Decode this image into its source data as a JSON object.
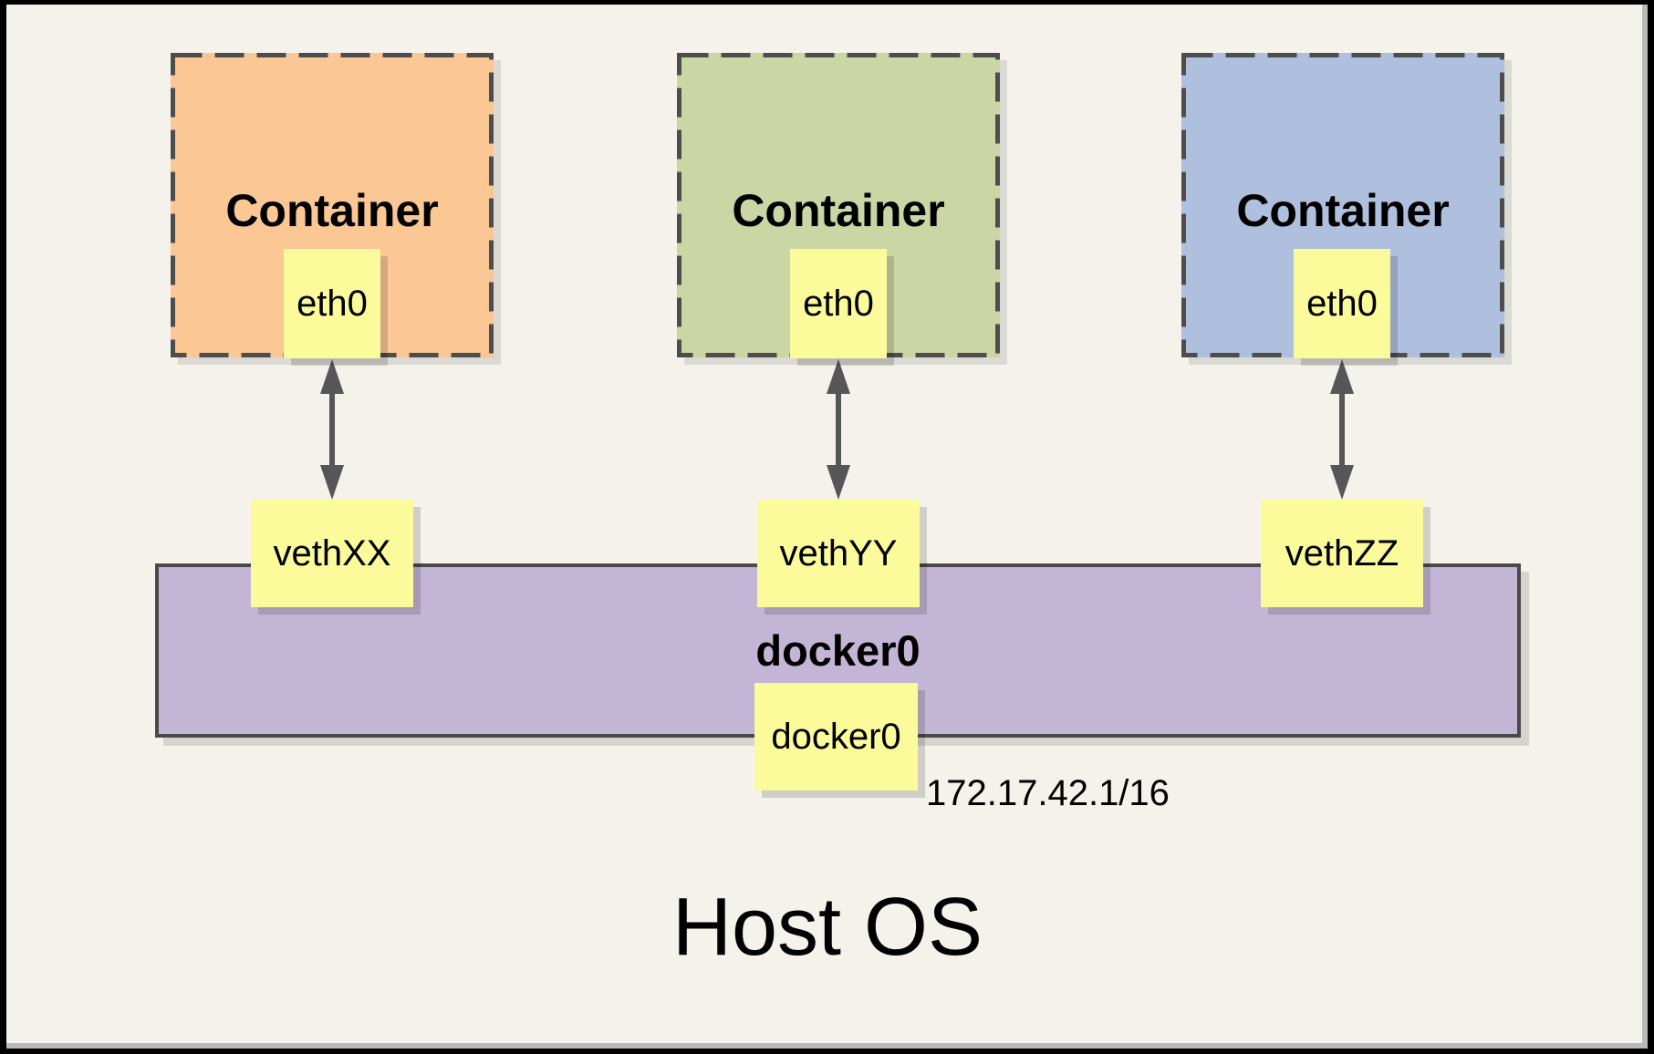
{
  "diagram": {
    "containers": [
      {
        "label": "Container",
        "interface": "eth0",
        "color": "#FAC795"
      },
      {
        "label": "Container",
        "interface": "eth0",
        "color": "#CBD6A5"
      },
      {
        "label": "Container",
        "interface": "eth0",
        "color": "#AEC0DD"
      }
    ],
    "veth_interfaces": [
      "vethXX",
      "vethYY",
      "vethZZ"
    ],
    "bridge": {
      "name": "docker0",
      "interface": "docker0",
      "ip": "172.17.42.1/16",
      "color": "#C3B5D5"
    },
    "host_os_label": "Host OS",
    "colors": {
      "background": "#F4F2EB",
      "interface_box": "#FBFB9B",
      "dashed_border": "#4D4D4D",
      "arrow": "#565659",
      "frame": "#000000"
    }
  }
}
